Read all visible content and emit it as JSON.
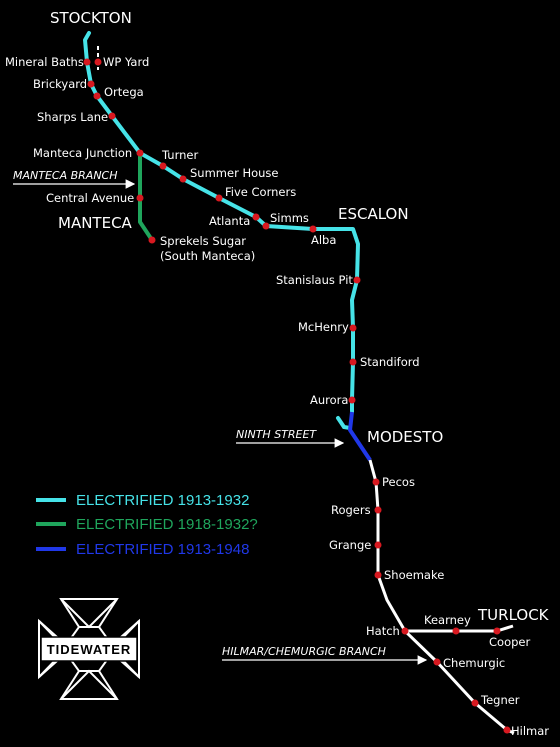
{
  "colors": {
    "electrified_1913_1932": "#46e3e8",
    "electrified_1918_1932": "#1fa55c",
    "electrified_1913_1948": "#2038e8",
    "non_electrified": "#ffffff",
    "station": "#d81920"
  },
  "cities": {
    "stockton": "STOCKTON",
    "manteca": "MANTECA",
    "escalon": "ESCALON",
    "modesto": "MODESTO",
    "turlock": "TURLOCK"
  },
  "stations": {
    "mineral_baths": "Mineral Baths",
    "wp_yard": "WP Yard",
    "brickyard": "Brickyard",
    "ortega": "Ortega",
    "sharps_lane": "Sharps Lane",
    "manteca_junction": "Manteca Junction",
    "turner": "Turner",
    "summer_house": "Summer House",
    "five_corners": "Five Corners",
    "central_avenue": "Central Avenue",
    "atlanta": "Atlanta",
    "simms": "Simms",
    "alba": "Alba",
    "sprekels_sugar": "Sprekels Sugar",
    "south_manteca": "(South Manteca)",
    "stanislaus_pit": "Stanislaus Pit",
    "mchenry": "McHenry",
    "standiford": "Standiford",
    "aurora": "Aurora",
    "pecos": "Pecos",
    "rogers": "Rogers",
    "grange": "Grange",
    "shoemake": "Shoemake",
    "hatch": "Hatch",
    "kearney": "Kearney",
    "cooper": "Cooper",
    "chemurgic": "Chemurgic",
    "tegner": "Tegner",
    "hilmar": "Hilmar"
  },
  "branches": {
    "manteca_branch": "MANTECA BRANCH",
    "ninth_street": "NINTH STREET",
    "hilmar_chemurgic_branch": "HILMAR/CHEMURGIC BRANCH"
  },
  "legend": {
    "item1": "ELECTRIFIED 1913-1932",
    "item2": "ELECTRIFIED 1918-1932?",
    "item3": "ELECTRIFIED 1913-1948"
  },
  "logo": {
    "text": "TIDEWATER"
  }
}
